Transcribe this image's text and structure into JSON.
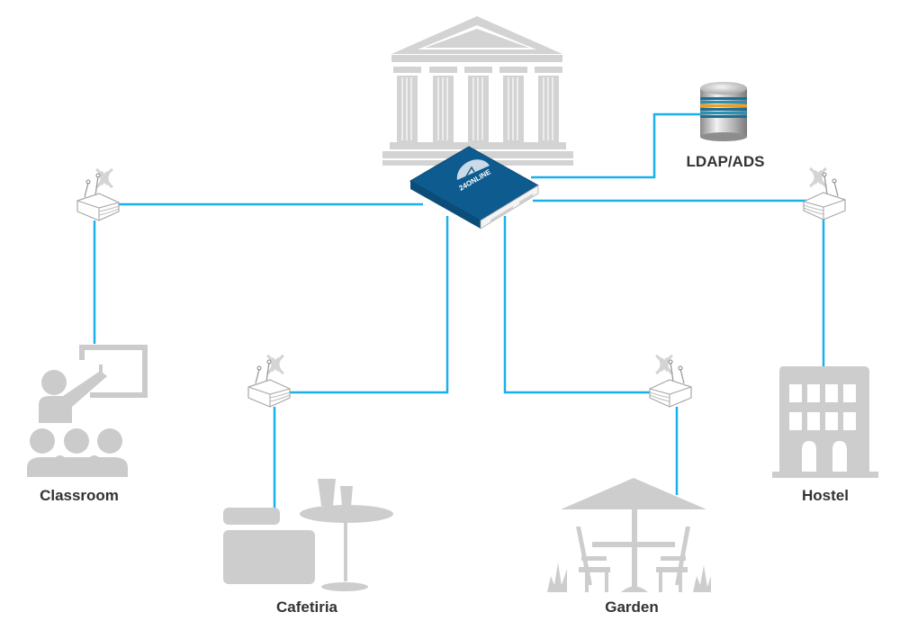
{
  "diagram": {
    "title": "",
    "colors": {
      "link": "#1ab0ea",
      "icon_gray": "#cfcfcf",
      "device_blue": "#0e5c8f",
      "label": "#333333"
    },
    "central_device": {
      "name": "24online appliance",
      "logo_text": "24ONLINE"
    },
    "campus_building": {
      "name": "Campus building"
    },
    "nodes": [
      {
        "id": "ldap",
        "label": "LDAP/ADS",
        "icon": "database-icon"
      },
      {
        "id": "classroom",
        "label": "Classroom",
        "icon": "classroom-icon"
      },
      {
        "id": "cafetiria",
        "label": "Cafetiria",
        "icon": "cafeteria-icon"
      },
      {
        "id": "garden",
        "label": "Garden",
        "icon": "garden-icon"
      },
      {
        "id": "hostel",
        "label": "Hostel",
        "icon": "hostel-icon"
      }
    ],
    "access_points": [
      {
        "id": "ap-classroom",
        "connects": "classroom"
      },
      {
        "id": "ap-cafetiria",
        "connects": "cafetiria"
      },
      {
        "id": "ap-garden",
        "connects": "garden"
      },
      {
        "id": "ap-hostel",
        "connects": "hostel"
      }
    ],
    "edges": [
      {
        "from": "central_device",
        "to": "ldap"
      },
      {
        "from": "central_device",
        "to": "ap-classroom"
      },
      {
        "from": "central_device",
        "to": "ap-cafetiria"
      },
      {
        "from": "central_device",
        "to": "ap-garden"
      },
      {
        "from": "central_device",
        "to": "ap-hostel"
      },
      {
        "from": "ap-classroom",
        "to": "classroom"
      },
      {
        "from": "ap-cafetiria",
        "to": "cafetiria"
      },
      {
        "from": "ap-garden",
        "to": "garden"
      },
      {
        "from": "ap-hostel",
        "to": "hostel"
      }
    ]
  }
}
